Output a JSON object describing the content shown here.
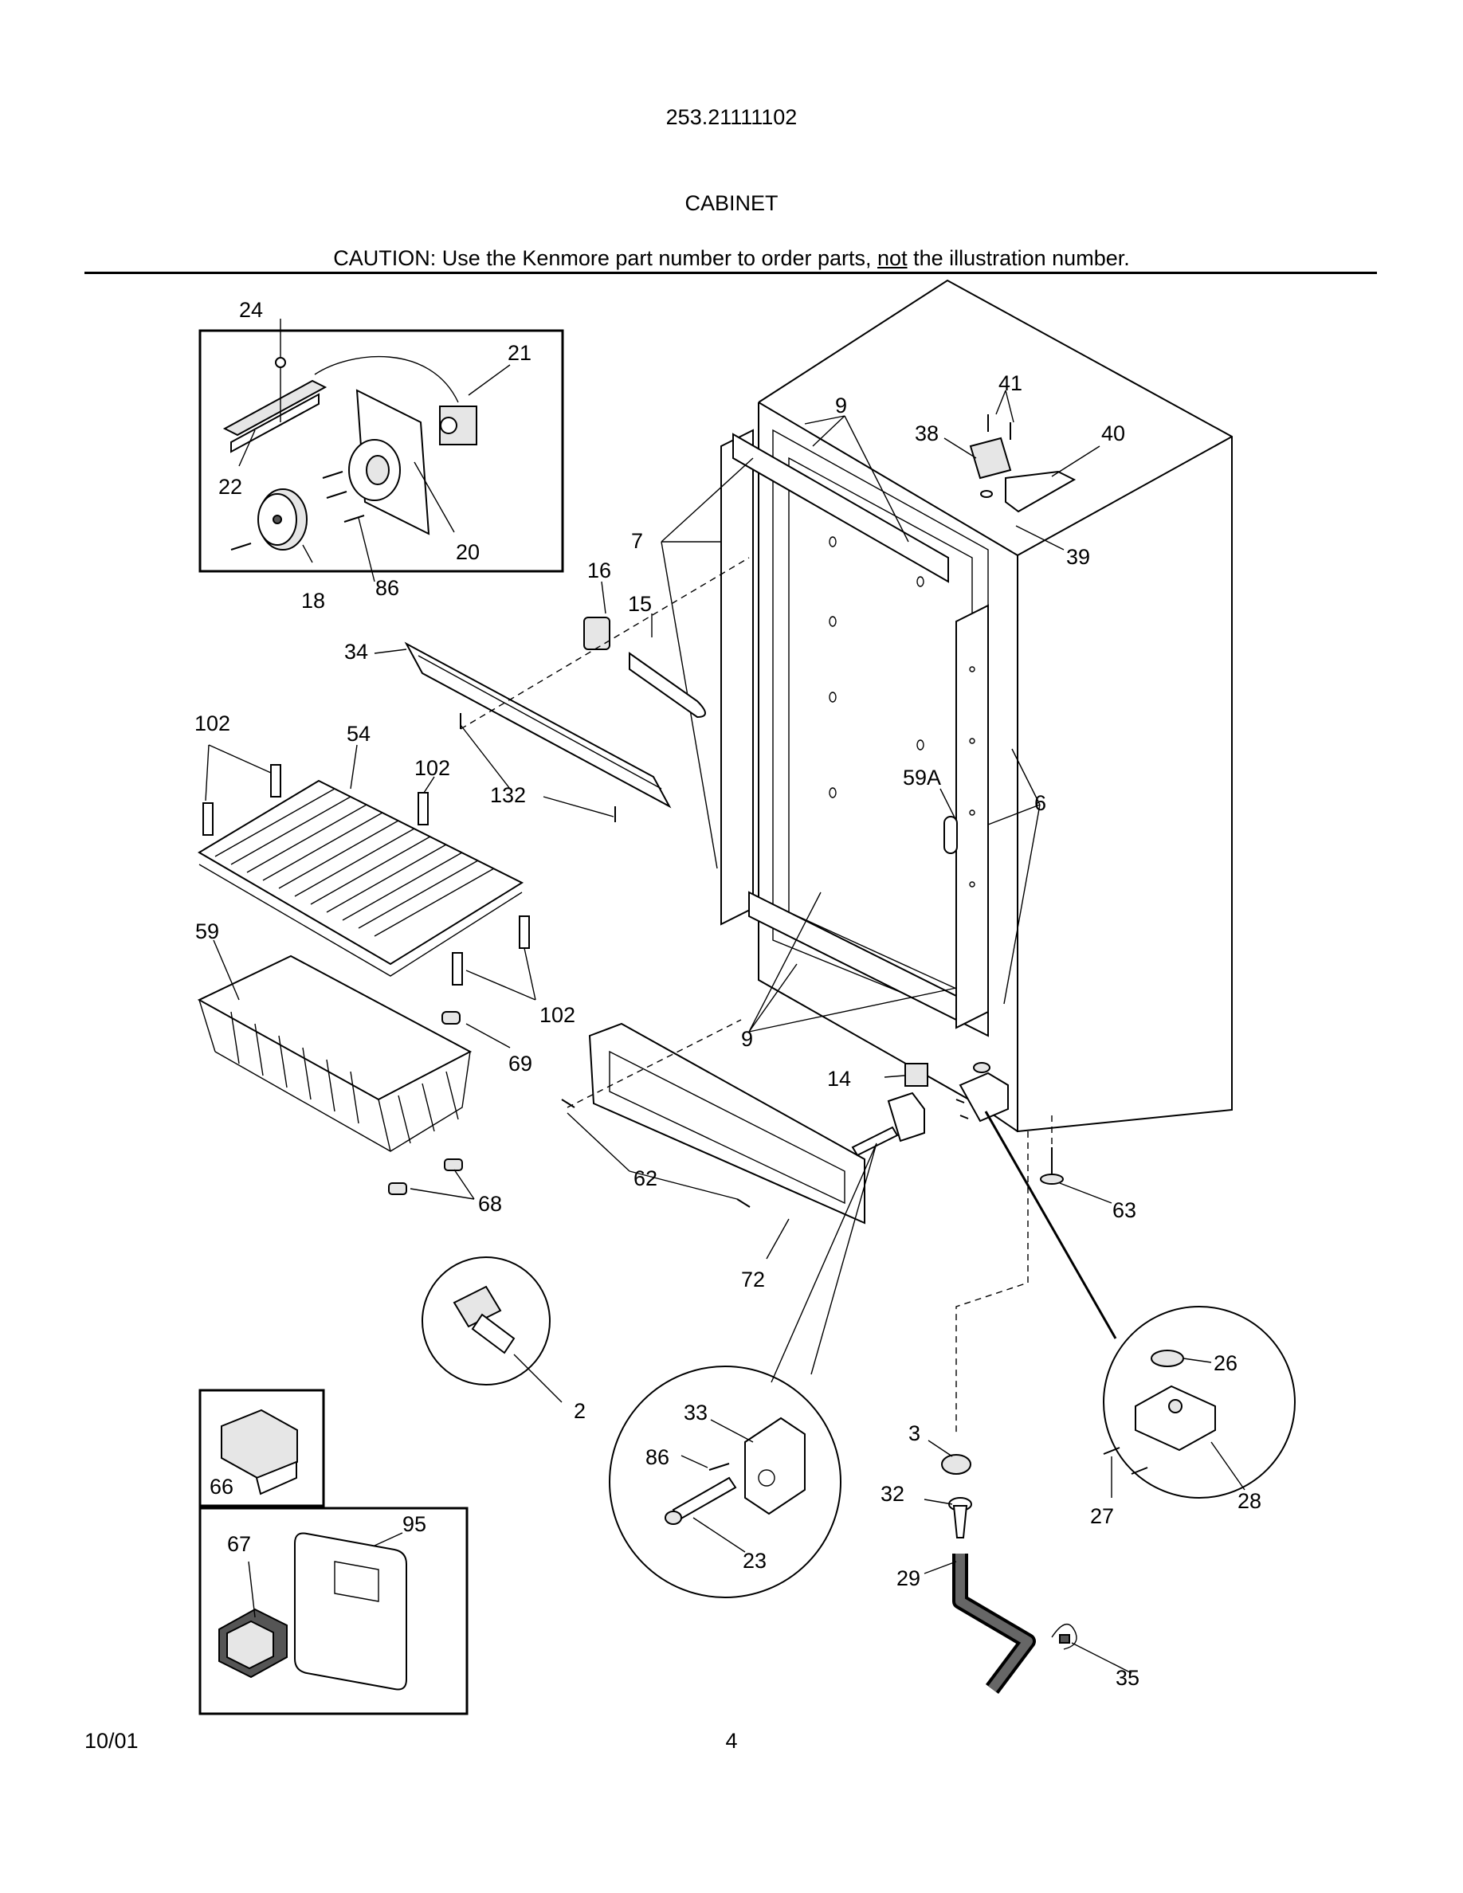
{
  "header": {
    "model_number": "253.21111102",
    "section_title": "CABINET",
    "caution_prefix": "CAUTION: Use the Kenmore part number to order parts, ",
    "caution_emphasis": "not",
    "caution_suffix": " the illustration number."
  },
  "footer": {
    "date": "10/01",
    "page_number": "4"
  },
  "callouts": {
    "c24": "24",
    "c21": "21",
    "c22": "22",
    "c20": "20",
    "c18": "18",
    "c86a": "86",
    "c16": "16",
    "c15": "15",
    "c7": "7",
    "c9a": "9",
    "c41": "41",
    "c38": "38",
    "c40": "40",
    "c39": "39",
    "c34": "34",
    "c102a": "102",
    "c54": "54",
    "c102b": "102",
    "c132": "132",
    "c59A": "59A",
    "c6": "6",
    "c59": "59",
    "c102c": "102",
    "c69": "69",
    "c9b": "9",
    "c14": "14",
    "c62": "62",
    "c68": "68",
    "c63": "63",
    "c72": "72",
    "c2": "2",
    "c26": "26",
    "c33": "33",
    "c86b": "86",
    "c3": "3",
    "c32": "32",
    "c23": "23",
    "c29": "29",
    "c27": "27",
    "c28": "28",
    "c35": "35",
    "c66": "66",
    "c67": "67",
    "c95": "95"
  }
}
